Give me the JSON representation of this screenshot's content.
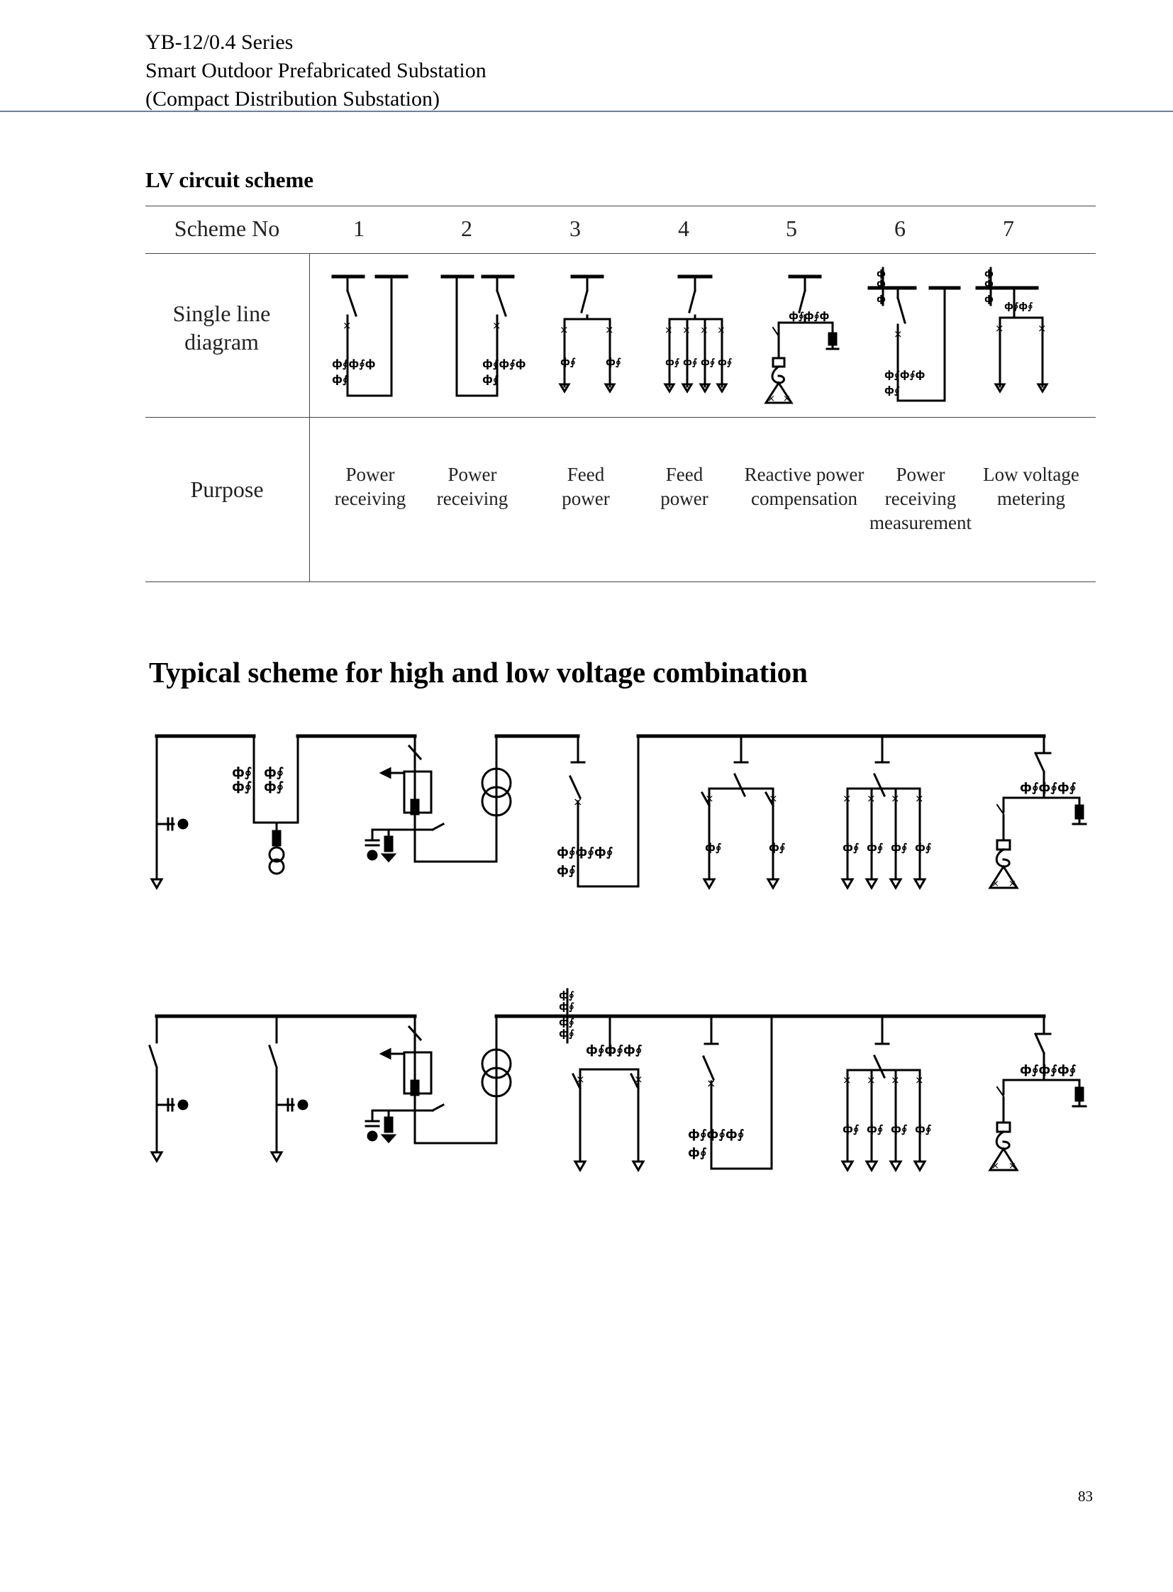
{
  "header": {
    "line1": "YB-12/0.4 Series",
    "line2": "Smart Outdoor Prefabricated Substation",
    "line3": "(Compact Distribution Substation)"
  },
  "lv_section": {
    "title": "LV circuit scheme",
    "table": {
      "row_headers": {
        "scheme_no": "Scheme No",
        "diagram_line1": "Single line",
        "diagram_line2": "diagram",
        "purpose": "Purpose"
      },
      "schemes": [
        {
          "no": "1",
          "purpose": [
            "Power",
            "receiving"
          ]
        },
        {
          "no": "2",
          "purpose": [
            "Power",
            "receiving"
          ]
        },
        {
          "no": "3",
          "purpose": [
            "Feed",
            "power"
          ]
        },
        {
          "no": "4",
          "purpose": [
            "Feed",
            "power"
          ]
        },
        {
          "no": "5",
          "purpose": [
            "Reactive power",
            "compensation"
          ]
        },
        {
          "no": "6",
          "purpose": [
            "Power",
            "receiving",
            "measurement"
          ]
        },
        {
          "no": "7",
          "purpose": [
            "Low voltage",
            "metering"
          ]
        }
      ]
    }
  },
  "combo_section": {
    "title": "Typical scheme for high and low voltage combination"
  },
  "page_number": "83"
}
